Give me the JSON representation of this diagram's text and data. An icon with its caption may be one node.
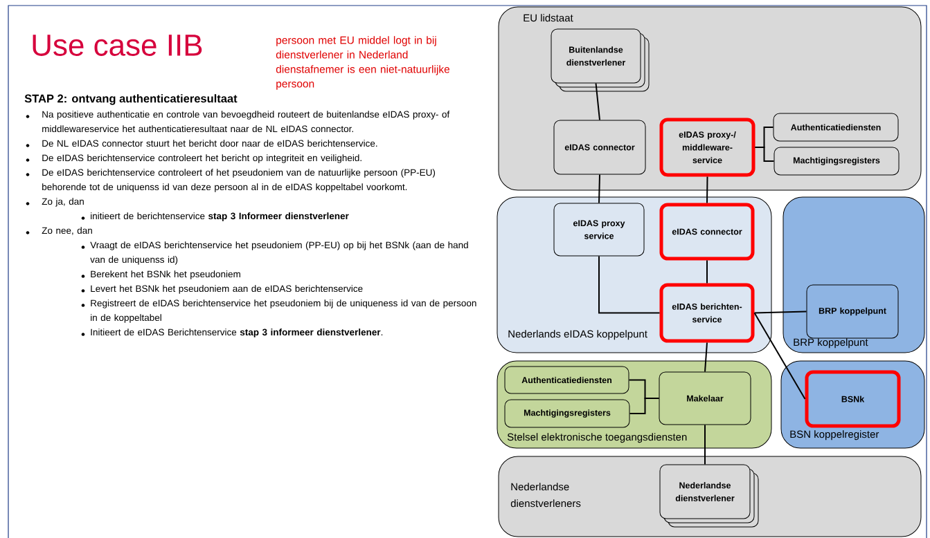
{
  "diagram": {
    "title": "Use case IIB",
    "nodes": [
      {
        "text": [
          "EU lidstaat"
        ]
      },
      {
        "text": [
          "Buitenlandse dienstverlener"
        ],
        "in": 0
      },
      {
        "text": [
          "eIDAS connector"
        ],
        "in": 0
      },
      {
        "text": [
          "eIDAS proxy-/ middleware-service"
        ],
        "in": 0
      },
      {
        "text": [
          "Authenticatiediensten"
        ],
        "in": 0
      },
      {
        "text": [
          "Machtigingsregisters"
        ],
        "in": 0
      },
      {
        "text": [
          "Nederlands eIDAS koppelpunt"
        ]
      },
      {
        "text": [
          "eIDAS proxy service"
        ],
        "in": 6
      },
      {
        "text": [
          "eIDAS connector"
        ],
        "in": 6
      },
      {
        "text": [
          "eIDAS berichten-service"
        ],
        "in": 6
      },
      {
        "text": [
          "BRP koppelpunt"
        ]
      },
      {
        "text": [
          "BRP koppelpunt"
        ],
        "in": 10
      },
      {
        "text": [
          "Stelsel elektronische toegangsdiensten"
        ]
      },
      {
        "text": [
          "Authenticatiediensten"
        ],
        "in": 12
      },
      {
        "text": [
          "Machtigingsregisters"
        ],
        "in": 12
      },
      {
        "text": [
          "Makelaar"
        ],
        "in": 12
      },
      {
        "text": [
          "BSN koppelregister"
        ]
      },
      {
        "text": [
          "BSNk"
        ],
        "in": 16
      },
      {
        "text": [
          "Nederlandse dienstverleners"
        ]
      },
      {
        "text": [
          "Nederlandse dienstverlener"
        ],
        "in": 18
      }
    ],
    "edges": [
      {
        "from": 1,
        "to": 2,
        "arrow": "none"
      },
      {
        "from": 2,
        "to": 7,
        "arrow": "none"
      },
      {
        "from": 3,
        "to": 8,
        "arrow": "none"
      },
      {
        "from": 3,
        "to": 4,
        "arrow": "none"
      },
      {
        "from": 3,
        "to": 5,
        "arrow": "none"
      },
      {
        "from": 8,
        "to": 9,
        "arrow": "none"
      },
      {
        "from": 7,
        "to": 9,
        "arrow": "none"
      },
      {
        "from": 9,
        "to": 11,
        "arrow": "none"
      },
      {
        "from": 9,
        "to": 17,
        "arrow": "none"
      },
      {
        "from": 9,
        "to": 15,
        "arrow": "none"
      },
      {
        "from": 13,
        "to": 15,
        "arrow": "none"
      },
      {
        "from": 14,
        "to": 15,
        "arrow": "none"
      },
      {
        "from": 15,
        "to": 19,
        "arrow": "none"
      }
    ],
    "labels": [
      "persoon met EU middel logt in bij dienstverlener in Nederland",
      "dienstafnemer is een niet-natuurlijke persoon",
      "STAP 2: ontvang authenticatieresultaat",
      "Na positieve authenticatie en controle van bevoegdheid routeert de buitenlandse eIDAS proxy- of middlewareservice het authenticatieresultaat naar de NL eIDAS connector.",
      "De NL eIDAS connector stuurt het bericht door naar de eIDAS berichtenservice.",
      "De eIDAS berichtenservice controleert het bericht op integriteit en veiligheid.",
      "De eIDAS berichtenservice controleert of het pseudoniem van de natuurlijke persoon (PP-EU) behorende tot de uniquenss id van deze persoon al in de eIDAS koppeltabel voorkomt.",
      "Zo ja, dan",
      "initieert de berichtenservice **stap 3 Informeer dienstverlener**",
      "Zo nee, dan",
      "Vraagt de eIDAS berichtenservice het pseudoniem (PP-EU) op bij het BSNk (aan de hand van de uniquenss id)",
      "Berekent het BSNk het pseudoniem",
      "Levert het BSNk het pseudoniem aan de eIDAS berichtenservice",
      "Registreert de eIDAS berichtenservice het pseudoniem bij de uniqueness id van de persoon in de koppeltabel",
      "Initieert de eIDAS Berichtenservice **stap 3 informeer dienstverlener**."
    ]
  }
}
